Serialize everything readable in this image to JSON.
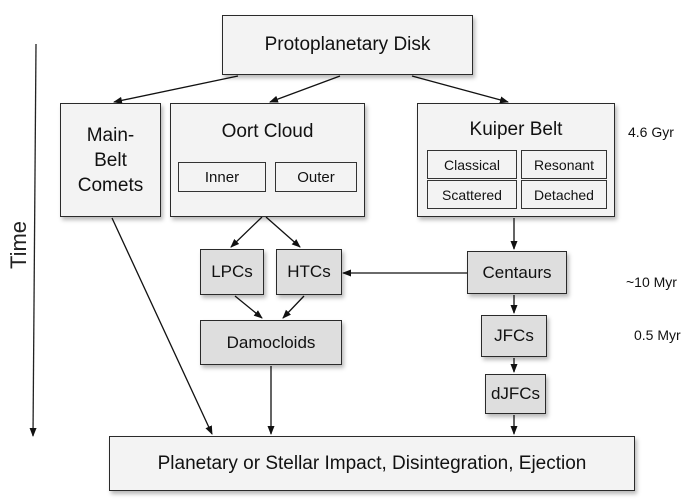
{
  "diagram": {
    "axis_label": "Time",
    "top": "Protoplanetary Disk",
    "main_belt": [
      "Main-",
      "Belt",
      "Comets"
    ],
    "oort": {
      "title": "Oort Cloud",
      "inner": "Inner",
      "outer": "Outer"
    },
    "kuiper": {
      "title": "Kuiper Belt",
      "classical": "Classical",
      "resonant": "Resonant",
      "scattered": "Scattered",
      "detached": "Detached"
    },
    "lpcs": "LPCs",
    "htcs": "HTCs",
    "centaurs": "Centaurs",
    "damocloids": "Damocloids",
    "jfcs": "JFCs",
    "djfcs": "dJFCs",
    "bottom": "Planetary or Stellar Impact, Disintegration, Ejection",
    "time_labels": {
      "t1": "4.6 Gyr",
      "t2": "~10 Myr",
      "t3": "0.5 Myr"
    }
  }
}
